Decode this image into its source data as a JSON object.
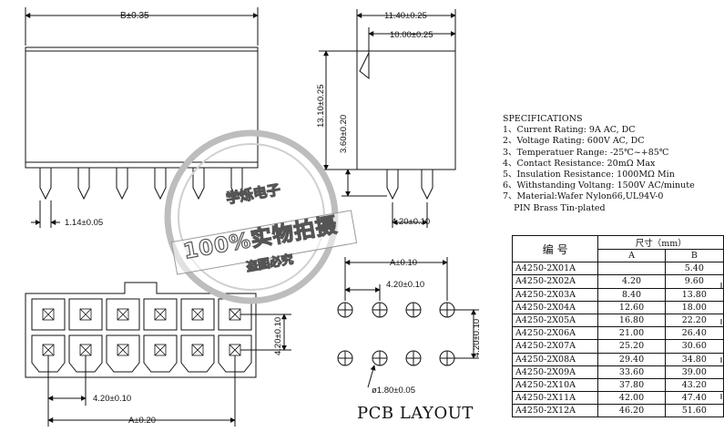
{
  "dimensions": {
    "b_width": "B±0.35",
    "overall_depth": "11.40±0.25",
    "body_depth": "10.00±0.25",
    "height": "13.10±0.25",
    "pin_length": "3.60±0.20",
    "pin_width": "1.14±0.05",
    "side_pitch": "4.20±0.10",
    "a_total": "A±0.10",
    "pcb_pitch_h": "4.20±0.10",
    "pcb_pitch_v": "4.20±0.10",
    "front_pitch_v": "4.20±0.10",
    "front_pitch_h": "4.20±0.10",
    "front_a": "A±0.20",
    "hole_dia": "ø1.80±0.05"
  },
  "pcb_layout_title": "PCB LAYOUT",
  "watermark": {
    "line1": "学烁电子",
    "line2": "100%实物拍摄",
    "line3": "盗图必究"
  },
  "specs": {
    "title": "SPECIFICATIONS",
    "items": [
      "1、Current Rating: 9A AC, DC",
      "2、Voltage Rating: 600V AC, DC",
      "3、Temperatuer Range: -25℃~+85℃",
      "4、Contact Resistance: 20mΩ Max",
      "5、Insulation Resistance: 1000MΩ Min",
      "6、Withstanding Voltang: 1500V AC/minute",
      "7、Material:Wafer Nylon66,UL94V-0",
      "    PIN Brass Tin-plated"
    ]
  },
  "size_table": {
    "header_model": "编  号",
    "header_size": "尺寸（mm）",
    "col_a": "A",
    "col_b": "B",
    "rows": [
      {
        "model": "A4250-2X01A",
        "a": "",
        "b": "5.40"
      },
      {
        "model": "A4250-2X02A",
        "a": "4.20",
        "b": "9.60"
      },
      {
        "model": "A4250-2X03A",
        "a": "8.40",
        "b": "13.80"
      },
      {
        "model": "A4250-2X04A",
        "a": "12.60",
        "b": "18.00"
      },
      {
        "model": "A4250-2X05A",
        "a": "16.80",
        "b": "22.20"
      },
      {
        "model": "A4250-2X06A",
        "a": "21.00",
        "b": "26.40"
      },
      {
        "model": "A4250-2X07A",
        "a": "25.20",
        "b": "30.60"
      },
      {
        "model": "A4250-2X08A",
        "a": "29.40",
        "b": "34.80"
      },
      {
        "model": "A4250-2X09A",
        "a": "33.60",
        "b": "39.00"
      },
      {
        "model": "A4250-2X10A",
        "a": "37.80",
        "b": "43.20"
      },
      {
        "model": "A4250-2X11A",
        "a": "42.00",
        "b": "47.40"
      },
      {
        "model": "A4250-2X12A",
        "a": "46.20",
        "b": "51.60"
      }
    ]
  }
}
